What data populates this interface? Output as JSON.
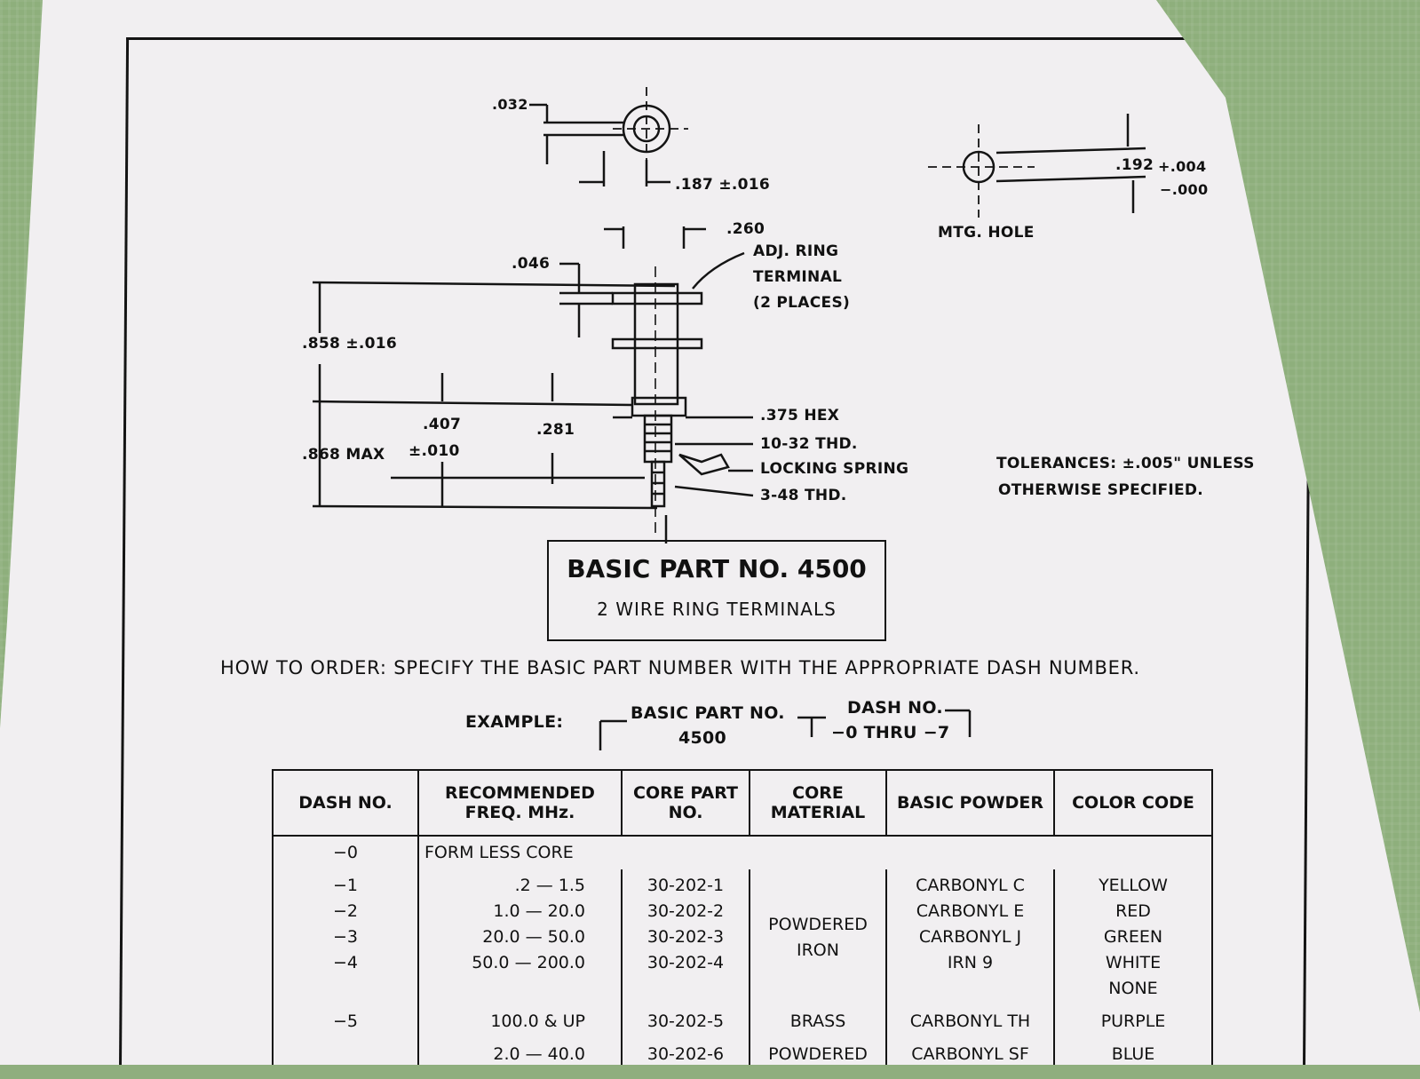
{
  "drawing": {
    "dim_032": ".032",
    "dim_187": ".187 ±.016",
    "dim_260": ".260",
    "dim_046": ".046",
    "adj_ring": [
      "ADJ. RING",
      "TERMINAL",
      "(2 PLACES)"
    ],
    "dim_858": ".858 ±.016",
    "dim_407": ".407",
    "dim_281": ".281",
    "dim_868": ".868 MAX",
    "dim_010": "±.010",
    "hex": ".375 HEX",
    "thd_1032": "10-32 THD.",
    "locking_spring": "LOCKING SPRING",
    "thd_348": "3-48 THD.",
    "mtg_hole": "MTG. HOLE",
    "dim_192": ".192",
    "tol_plus": "+.004",
    "tol_minus": "−.000",
    "tolerances": [
      "TOLERANCES: ±.005\" UNLESS",
      "OTHERWISE SPECIFIED."
    ]
  },
  "title_box": {
    "main": "BASIC PART NO. 4500",
    "sub": "2 WIRE RING TERMINALS"
  },
  "how_to_order": "HOW TO ORDER: SPECIFY THE BASIC PART NUMBER WITH THE APPROPRIATE DASH NUMBER.",
  "example": {
    "label": "EXAMPLE:",
    "basic_label": "BASIC PART NO.",
    "basic_value": "4500",
    "dash_label": "DASH NO.",
    "dash_value": "−0 THRU −7"
  },
  "table": {
    "headers": [
      "DASH NO.",
      "RECOMMENDED FREQ.     MHz.",
      "CORE PART NO.",
      "CORE MATERIAL",
      "BASIC POWDER",
      "COLOR CODE"
    ],
    "row0": {
      "dash": "−0",
      "note": "FORM LESS CORE"
    },
    "group1": {
      "dash": [
        "−1",
        "−2",
        "−3",
        "−4"
      ],
      "freq": [
        ".2  —     1.5",
        "1.0  —    20.0",
        "20.0  —    50.0",
        "50.0  —  200.0"
      ],
      "core": [
        "30-202-1",
        "30-202-2",
        "30-202-3",
        "30-202-4"
      ],
      "material": [
        "POWDERED",
        "IRON"
      ],
      "powder": [
        "CARBONYL C",
        "CARBONYL E",
        "CARBONYL J",
        "IRN 9"
      ],
      "color": [
        "YELLOW",
        "RED",
        "GREEN",
        "WHITE",
        "NONE"
      ]
    },
    "row5": {
      "dash": "−5",
      "freq": "100.0  &  UP",
      "core": "30-202-5",
      "material": "BRASS",
      "powder": "CARBONYL TH",
      "color": "PURPLE"
    },
    "row6": {
      "freq": "2.0  —    40.0",
      "core": "30-202-6",
      "material": "POWDERED",
      "powder": "CARBONYL SF",
      "color": "BLUE"
    }
  }
}
